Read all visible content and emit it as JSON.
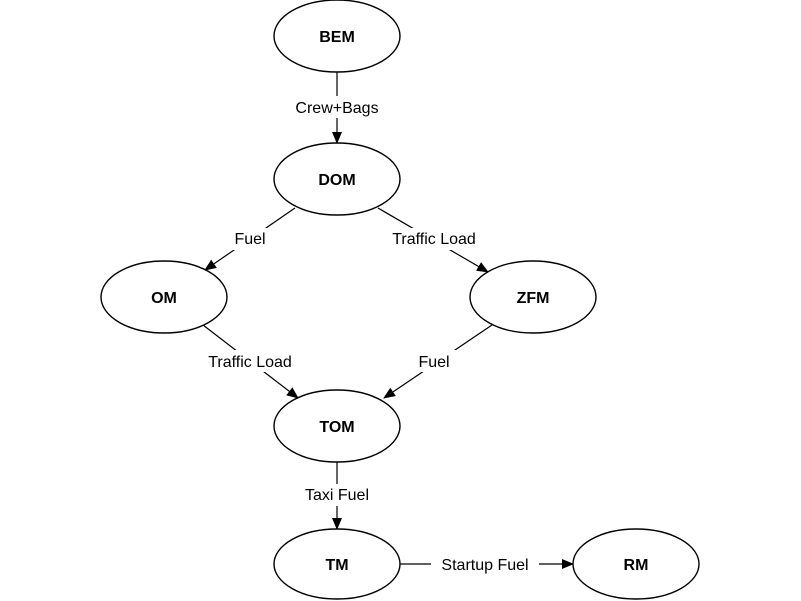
{
  "nodes": {
    "bem": "BEM",
    "dom": "DOM",
    "om": "OM",
    "zfm": "ZFM",
    "tom": "TOM",
    "tm": "TM",
    "rm": "RM"
  },
  "edges": {
    "bem_dom": "Crew+Bags",
    "dom_om": "Fuel",
    "dom_zfm": "Traffic Load",
    "om_tom": "Traffic Load",
    "zfm_tom": "Fuel",
    "tom_tm": "Taxi Fuel",
    "tm_rm": "Startup Fuel"
  },
  "colors": {
    "stroke": "#000000",
    "background": "#ffffff"
  }
}
